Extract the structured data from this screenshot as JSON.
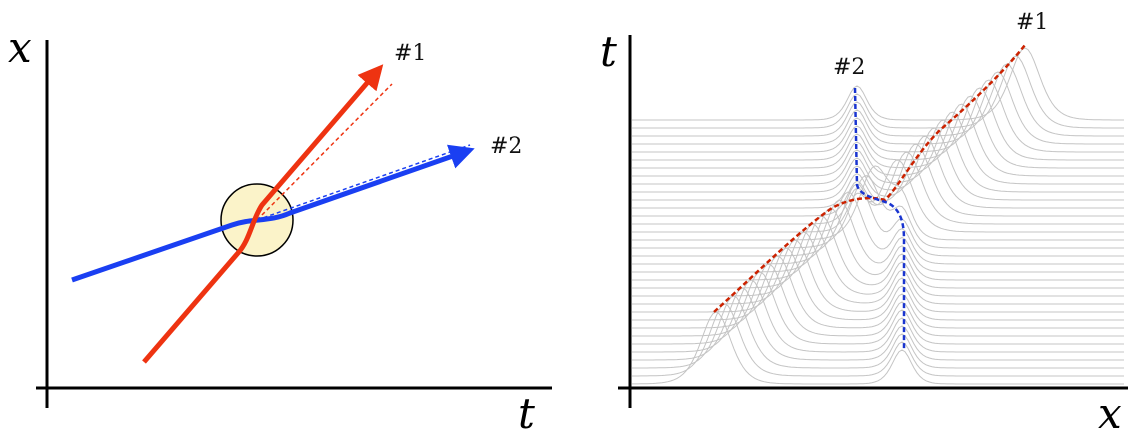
{
  "left_panel": {
    "axis_vertical_label": "x",
    "axis_horizontal_label": "t",
    "trajectory_1_label": "#1",
    "trajectory_2_label": "#2",
    "colors": {
      "trajectory_1": "#ee3311",
      "trajectory_2": "#1a3ff2",
      "collision_zone_fill": "#fbf3c9",
      "axis": "#000000"
    }
  },
  "right_panel": {
    "axis_vertical_label": "t",
    "axis_horizontal_label": "x",
    "peak_1_label": "#1",
    "peak_2_label": "#2",
    "colors": {
      "profiles": "#c4c4c4",
      "peak_1_track": "#cc2200",
      "peak_2_track": "#1a35d0",
      "axis": "#000000"
    }
  }
}
